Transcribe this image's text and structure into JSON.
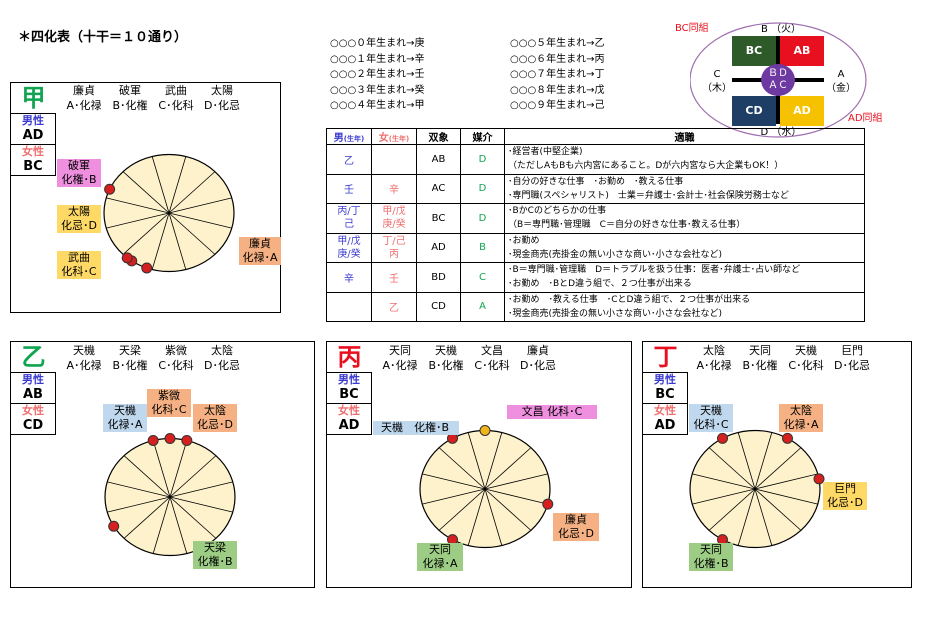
{
  "title": "＊四化表（十干＝１０通り）",
  "years_left": [
    "○○○０年生まれ→庚",
    "○○○１年生まれ→辛",
    "○○○２年生まれ→壬",
    "○○○３年生まれ→癸",
    "○○○４年生まれ→甲"
  ],
  "years_right": [
    "○○○５年生まれ→乙",
    "○○○６年生まれ→丙",
    "○○○７年生まれ→丁",
    "○○○８年生まれ→戊",
    "○○○９年生まれ→己"
  ],
  "compass": {
    "bc_label": "BC同組",
    "ad_label": "AD同組",
    "top": "B （火）",
    "left": [
      "C",
      "（木）"
    ],
    "right": [
      "A",
      "（金）"
    ],
    "bottom": "D （水）",
    "center": [
      "ＢＤ",
      "ＡＣ"
    ],
    "boxes": [
      "BC",
      "AB",
      "CD",
      "AD"
    ],
    "colors": {
      "BC": "#2e5a2a",
      "AB": "#e8101e",
      "CD": "#1f3e66",
      "AD": "#f6c200",
      "center": "#6e3aa2"
    }
  },
  "gender": {
    "male": "男性",
    "female": "女性"
  },
  "colors": {
    "A": "#f5b183",
    "B": "#9dcd84",
    "C": "#ef8fdf",
    "D": "#ffd966",
    "blue": "#c0d8ee",
    "star": "#d62020"
  },
  "panels": [
    {
      "stem": "甲",
      "stem_color": "#11a551",
      "stars": [
        "廉貞",
        "破軍",
        "武曲",
        "太陽"
      ],
      "hua": [
        "A･化禄",
        "B･化権",
        "C･化科",
        "D･化忌"
      ],
      "male": "AD",
      "female": "BC",
      "labels": [
        {
          "name": "破軍",
          "hua": "化権･B"
        },
        {
          "name": "太陽",
          "hua": "化忌･D"
        },
        {
          "name": "武曲",
          "hua": "化科･C"
        },
        {
          "name": "廉貞",
          "hua": "化禄･A"
        }
      ]
    },
    {
      "stem": "乙",
      "stem_color": "#11a551",
      "stars": [
        "天機",
        "天梁",
        "紫微",
        "太陰"
      ],
      "hua": [
        "A･化禄",
        "B･化権",
        "C･化科",
        "D･化忌"
      ],
      "male": "AB",
      "female": "CD",
      "labels": [
        {
          "name": "天機",
          "hua": "化禄･A"
        },
        {
          "name": "紫微",
          "hua": "化科･C"
        },
        {
          "name": "太陰",
          "hua": "化忌･D"
        },
        {
          "name": "天梁",
          "hua": "化権･B"
        }
      ]
    },
    {
      "stem": "丙",
      "stem_color": "#e8101e",
      "stars": [
        "天同",
        "天機",
        "文昌",
        "廉貞"
      ],
      "hua": [
        "A･化禄",
        "B･化権",
        "C･化科",
        "D･化忌"
      ],
      "male": "BC",
      "female": "AD",
      "labels": [
        {
          "name": "天機",
          "hua": "化権･B"
        },
        {
          "name": "文昌",
          "hua": "化科･C"
        },
        {
          "name": "廉貞",
          "hua": "化忌･D"
        },
        {
          "name": "天同",
          "hua": "化禄･A"
        }
      ]
    },
    {
      "stem": "丁",
      "stem_color": "#e8101e",
      "stars": [
        "太陰",
        "天同",
        "天機",
        "巨門"
      ],
      "hua": [
        "A･化禄",
        "B･化権",
        "C･化科",
        "D･化忌"
      ],
      "male": "BC",
      "female": "AD",
      "labels": [
        {
          "name": "天機",
          "hua": "化科･C"
        },
        {
          "name": "太陰",
          "hua": "化禄･A"
        },
        {
          "name": "巨門",
          "hua": "化忌･D"
        },
        {
          "name": "天同",
          "hua": "化権･B"
        }
      ]
    }
  ],
  "table": {
    "headers": {
      "male": "男",
      "male_sub": "(生年)",
      "female": "女",
      "female_sub": "(生年)",
      "pair": "双象",
      "medium": "媒介",
      "aptitude": "適職"
    },
    "rows": [
      {
        "male": [
          "乙"
        ],
        "female": [],
        "pair": "AB",
        "medium": "D",
        "apt": [
          "･経営者(中堅企業)",
          "（ただしAもBも六内宮にあること。Dが六内宮なら大企業もOK！）"
        ]
      },
      {
        "male": [
          "壬"
        ],
        "female": [
          "辛"
        ],
        "pair": "AC",
        "medium": "D",
        "apt": [
          "･自分の好きな仕事　･お勤め　･教える仕事",
          "･専門職(スペシャリスト)　士業＝弁護士･会計士･社会保険労務士など"
        ]
      },
      {
        "male": [
          "丙/丁",
          "己"
        ],
        "female": [
          "甲/戊",
          "庚/癸"
        ],
        "pair": "BC",
        "medium": "D",
        "apt": [
          "･BかCのどちらかの仕事",
          "（B＝専門職･管理職　C＝自分の好きな仕事･教える仕事）"
        ]
      },
      {
        "male": [
          "甲/戊",
          "庚/癸"
        ],
        "female": [
          "丁/己",
          "丙"
        ],
        "pair": "AD",
        "medium": "B",
        "apt": [
          "･お勤め",
          "･現金商売(売掛金の無い小さな商い･小さな会社など)"
        ]
      },
      {
        "male": [
          "辛"
        ],
        "female": [
          "壬"
        ],
        "pair": "BD",
        "medium": "C",
        "apt": [
          "･B＝専門職･管理職　D＝トラブルを扱う仕事：医者･弁護士･占い師など",
          "･お勤め　･BとD違う組で、２つ仕事が出来る"
        ]
      },
      {
        "male": [],
        "female": [
          "乙"
        ],
        "pair": "CD",
        "medium": "A",
        "apt": [
          "･お勤め　･教える仕事　･CとD違う組で、２つ仕事が出来る",
          "･現金商売(売掛金の無い小さな商い･小さな会社など)"
        ]
      }
    ]
  }
}
